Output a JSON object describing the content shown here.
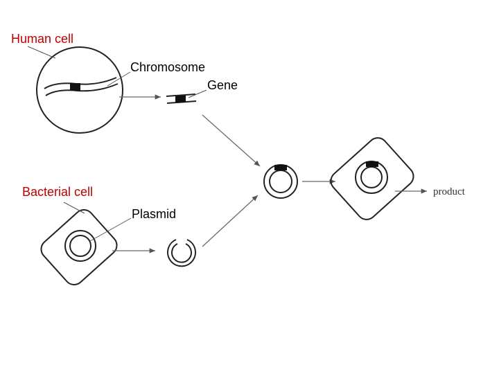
{
  "labels": {
    "human_cell": "Human cell",
    "chromosome": "Chromosome",
    "gene": "Gene",
    "bacterial_cell": "Bacterial cell",
    "plasmid": "Plasmid",
    "product": "product"
  },
  "colors": {
    "label_red": "#c00000",
    "label_black": "#000000",
    "line": "#222222",
    "arrow": "#666666"
  }
}
